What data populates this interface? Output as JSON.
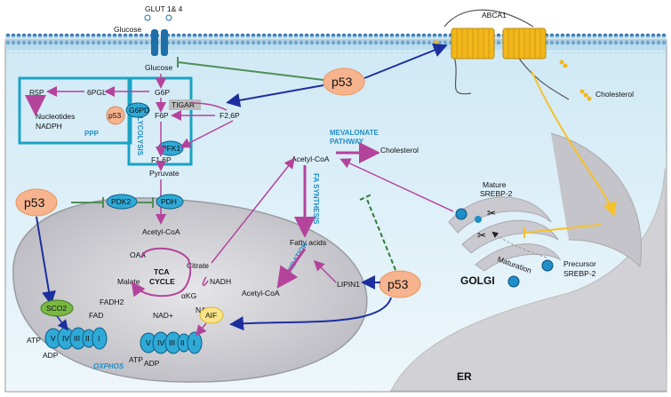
{
  "colors": {
    "membrane": "#1e6fa8",
    "cell": "#dff1f9",
    "p53": "#f6b38e",
    "arrow_purple": "#b4439c",
    "arrow_blue": "#1d2f9e",
    "arrow_yellow": "#f6c12a",
    "inhibit_green": "#4f8f57",
    "enzyme": "#2fa9d6",
    "box": "#1ba3c6"
  },
  "membrane": {
    "glut": "GLUT 1& 4",
    "abca1": "ABCA1",
    "glucose_out": "Glucose",
    "glucose_in": "Glucose",
    "cholesterol": "Cholesterol"
  },
  "p53": "p53",
  "glycolysis": {
    "g6p": "G6P",
    "f6p": "F6P",
    "f16p": "F1,6P",
    "pyruvate": "Pyruvate",
    "pfk1": "PFK1",
    "tigar": "TIGAR",
    "f26p": "F2,6P",
    "label": "GLYCOLYSIS",
    "g6pd": "G6PD"
  },
  "ppp": {
    "r5p": "R5P",
    "pgl": "6PGL",
    "nucleotides": "Nucleotides",
    "nadph": "NADPH",
    "label": "PPP"
  },
  "pdh": {
    "pdk2": "PDK2",
    "pdh": "PDH"
  },
  "mito": {
    "acetylcoa": "Acetyl-CoA",
    "oaa": "OAA",
    "citrate": "Citrate",
    "tca1": "TCA",
    "tca2": "CYCLE",
    "malate": "Malate",
    "akg": "αKG",
    "nadh1": "NADH",
    "nadh2": "NADH",
    "nadplus": "NAD+",
    "fad": "FAD",
    "fadh2": "FADH2",
    "aif": "AIF",
    "sco2": "SCO2",
    "atp1": "ATP",
    "adp1": "ADP",
    "atp2": "ATP",
    "adp2": "ADP",
    "oxphos": "OXPHOS",
    "complexes": [
      "V",
      "IV",
      "III",
      "II",
      "I"
    ]
  },
  "lipid": {
    "acetylcoa": "Acetyl-CoA",
    "mev1": "MEVALONATE",
    "mev2": "PATHWAY",
    "cholesterol": "Cholesterol",
    "fasynth1": "FA SYNTHESIS",
    "fattyacids": "Fatty acids",
    "boxid": "B-OXIDATION",
    "acetylcoa2": "Acetyl-CoA",
    "lipin1": "LIPIN1"
  },
  "golgi": {
    "mature1": "Mature",
    "mature2": "SREBP-2",
    "maturation": "Maturation",
    "precursor1": "Precursor",
    "precursor2": "SREBP-2",
    "golgi": "GOLGI",
    "er": "ER"
  }
}
